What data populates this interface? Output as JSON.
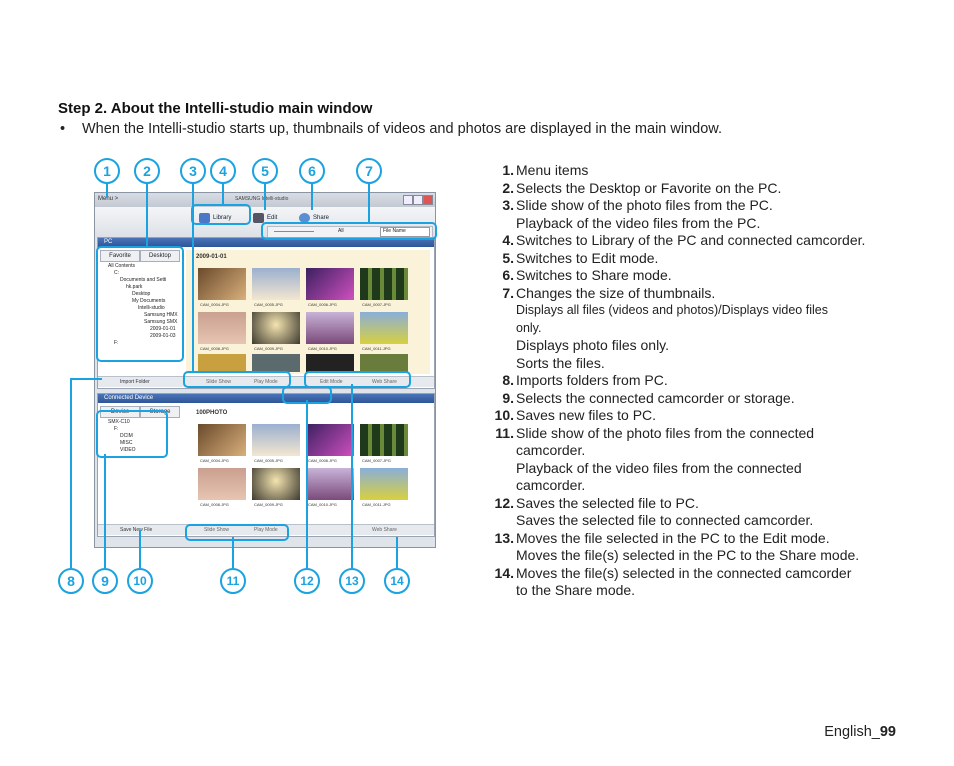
{
  "heading": "Step 2. About the Intelli-studio main window",
  "bullet": {
    "mark": "•",
    "text": "When the Intelli-studio starts up, thumbnails of videos and photos are displayed in the main window."
  },
  "callouts": [
    "1",
    "2",
    "3",
    "4",
    "5",
    "6",
    "7",
    "8",
    "9",
    "10",
    "11",
    "12",
    "13",
    "14"
  ],
  "screenshot": {
    "menu_label": "Menu >",
    "brand": "SAMSUNG Intelli-studio",
    "tabs": [
      "Library",
      "Edit",
      "Share"
    ],
    "size_bar": {
      "all_label": "All",
      "sort_label": "File Name"
    },
    "pc_panel": {
      "title": "PC",
      "tabs": [
        "Favorite",
        "Desktop"
      ],
      "tree": [
        "All Contents",
        "C:",
        "Documents and Setti",
        "hk.park",
        "Desktop",
        "My Documents",
        "Intelli-studio",
        "Samsung HMX",
        "Samsung SMX",
        "2009-01-01",
        "2009-01-03",
        "F:"
      ],
      "date": "2009-01-01",
      "thumbs": [
        "CAM_0004.JPG",
        "CAM_0005.JPG",
        "CAM_0006.JPG",
        "CAM_0007.JPG",
        "CAM_0008.JPG",
        "CAM_0009.JPG",
        "CAM_0010.JPG",
        "CAM_0011.JPG"
      ],
      "actions": [
        "Import Folder",
        "Slide Show",
        "Play Mode",
        "Edit Mode",
        "Web Share"
      ]
    },
    "cam_panel": {
      "title": "Connected Device",
      "tabs": [
        "Device",
        "Storage"
      ],
      "tree": [
        "SMX-C10",
        "F:",
        "DCIM",
        "MISC",
        "VIDEO"
      ],
      "folder": "100PHOTO",
      "thumbs": [
        "CAM_0004.JPG",
        "CAM_0005.JPG",
        "CAM_0006.JPG",
        "CAM_0007.JPG",
        "CAM_0008.JPG",
        "CAM_0009.JPG",
        "CAM_0010.JPG",
        "CAM_0011.JPG"
      ],
      "actions": [
        "Save New File",
        "Slide Show",
        "Play Mode",
        "Web Share"
      ]
    }
  },
  "items": [
    {
      "num": "1.",
      "lines": [
        "Menu items"
      ]
    },
    {
      "num": "2.",
      "lines": [
        "Selects the Desktop or Favorite on the PC."
      ]
    },
    {
      "num": "3.",
      "lines": [
        "Slide show of the photo files from the PC.",
        "Playback of the video files from the PC."
      ]
    },
    {
      "num": "4.",
      "lines": [
        "Switches to Library of the PC and connected camcorder."
      ]
    },
    {
      "num": "5.",
      "lines": [
        "Switches to Edit mode."
      ]
    },
    {
      "num": "6.",
      "lines": [
        "Switches to Share mode."
      ]
    },
    {
      "num": "7.",
      "lines": [
        "Changes the size of thumbnails."
      ],
      "extra": [
        "Displays all files (videos and photos)/Displays video files",
        "only."
      ],
      "extra2": [
        "Displays photo files only.",
        "Sorts the files."
      ]
    },
    {
      "num": "8.",
      "lines": [
        "Imports folders from PC."
      ]
    },
    {
      "num": "9.",
      "lines": [
        "Selects the connected camcorder or storage."
      ]
    },
    {
      "num": "10.",
      "lines": [
        "Saves new files to PC."
      ]
    },
    {
      "num": "11.",
      "lines": [
        "Slide show of the photo files from the connected",
        "camcorder.",
        "Playback of the video files from the connected",
        "camcorder."
      ]
    },
    {
      "num": "12.",
      "lines": [
        "Saves the selected file to PC.",
        "Saves the selected file to connected camcorder."
      ]
    },
    {
      "num": "13.",
      "lines": [
        "Moves the file selected in the PC to the Edit mode.",
        "Moves the file(s) selected in the PC to the Share mode."
      ]
    },
    {
      "num": "14.",
      "lines": [
        "Moves the file(s) selected in the connected camcorder",
        "to the Share mode."
      ]
    }
  ],
  "footer": {
    "prefix": "English_",
    "page": "99"
  }
}
